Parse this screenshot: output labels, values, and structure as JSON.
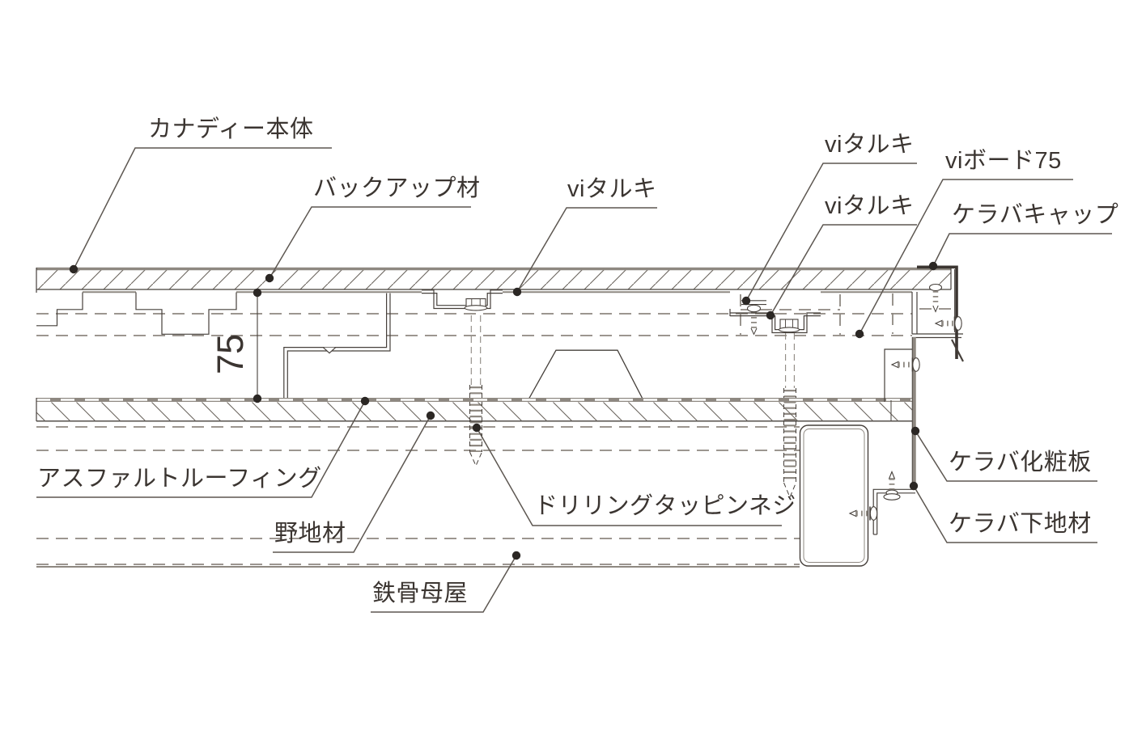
{
  "drawing": {
    "type": "architectural-roof-edge-detail-section",
    "labels": {
      "kanadee_hontai": "カナディー本体",
      "backup_zai": "バックアップ材",
      "vi_taruki_mid": "viタルキ",
      "vi_taruki_top_right": "viタルキ",
      "vi_taruki_right": "viタルキ",
      "vi_board_75": "viボード75",
      "keraba_cap": "ケラバキャップ",
      "keraba_kesho_ban": "ケラバ化粧板",
      "keraba_shitaji_zai": "ケラバ下地材",
      "drilling_tapping_neji": "ドリリングタッピンネジ",
      "asphalt_roofing": "アスファルトルーフィング",
      "noji_zai": "野地材",
      "tekkotsu_moya": "鉄骨母屋"
    },
    "dimension": {
      "value": "75"
    },
    "colors": {
      "line_dark": "#46403b",
      "line_gray": "#8e8881",
      "hatch": "#6a645d",
      "text": "#3b3531",
      "leader_dot": "#2b2724",
      "background": "#ffffff"
    }
  }
}
